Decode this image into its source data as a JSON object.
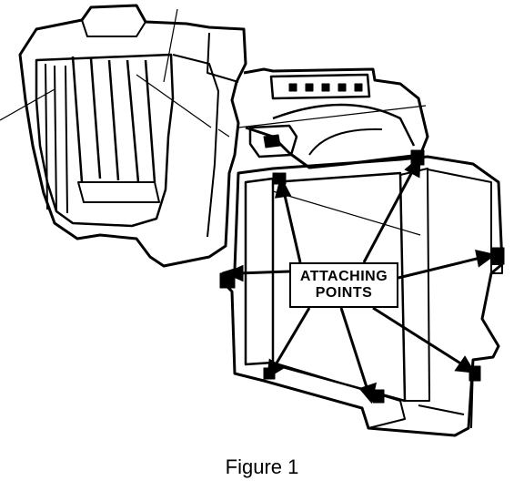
{
  "callout": {
    "line1": "ATTACHING",
    "line2": "POINTS"
  },
  "caption": "Figure 1",
  "colors": {
    "ink": "#000000",
    "paper": "#ffffff"
  }
}
